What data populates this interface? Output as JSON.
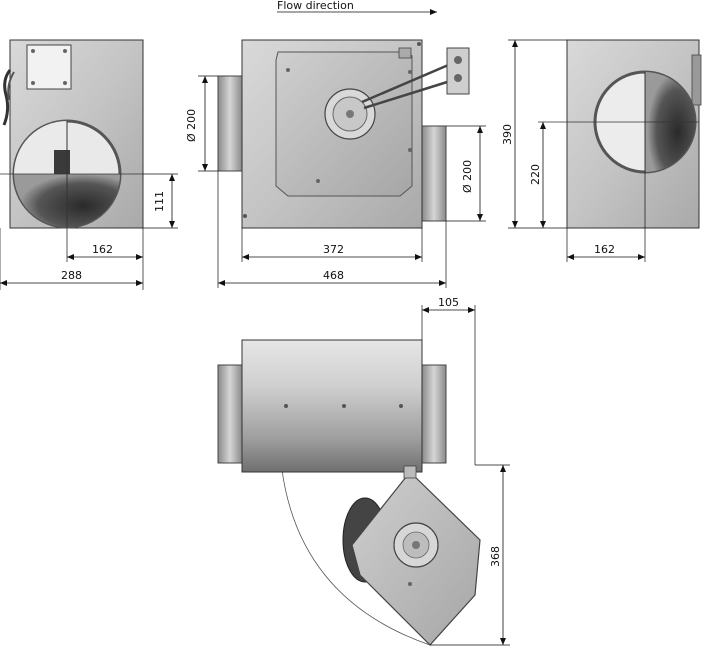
{
  "flow_label": "Flow direction",
  "left_view": {
    "dim_height": "111",
    "dim_center": "162",
    "dim_width": "288"
  },
  "front_view": {
    "dim_inlet_diameter": "Ø 200",
    "dim_outlet_diameter": "Ø 200",
    "dim_inner_width": "372",
    "dim_total_width": "468"
  },
  "right_view": {
    "dim_height": "390",
    "dim_center_height": "220",
    "dim_center": "162"
  },
  "bottom_view": {
    "dim_offset": "105",
    "dim_panel_height": "368"
  }
}
